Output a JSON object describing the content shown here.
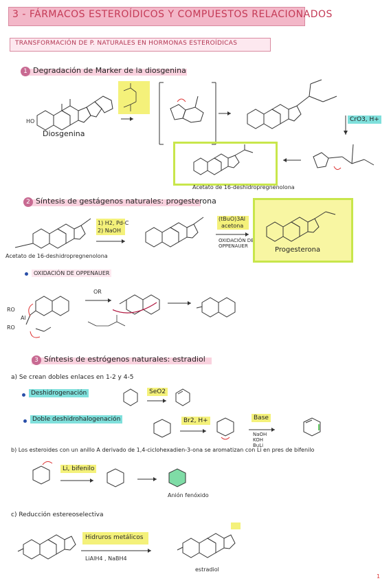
{
  "header": {
    "title": "3 - FÁRMACOS ESTEROÍDICOS Y COMPUESTOS RELACIONADOS",
    "subtitle": "TRANSFORMACIÓN DE P. NATURALES EN HORMONAS ESTEROÍDICAS"
  },
  "s1": {
    "num": "1",
    "title": "Degradación de Marker de la diosgenina",
    "diosgenin_label": "Diosgenina",
    "reagent": "CrO3, H+",
    "product_label": "Acetato de 16-deshidropregnenolona"
  },
  "s2": {
    "num": "2",
    "title": "Síntesis de gestágenos naturales: progesterona",
    "start_label": "Acetato de 16-deshidropregnenolona",
    "step1": "1) H2, Pd-C",
    "step2": "2) NaOH",
    "reagent_top": "(tBuO)3Al",
    "reagent_mid": "acetona",
    "ox_label": "OXIDACIÓN DE OPPENAUER",
    "product_label": "Progesterona"
  },
  "oppenauer": {
    "bullet": "OXIDACIÓN DE OPPENAUER",
    "ro1": "RO",
    "ro2": "RO",
    "al": "Al",
    "or_label": "OR"
  },
  "s3": {
    "num": "3",
    "title": "Síntesis de estrógenos naturales: estradiol",
    "a_title": "a) Se crean dobles enlaces en 1-2 y 4-5",
    "dehydro": "Deshidrogenación",
    "seo2": "SeO2",
    "dbl_dehydro": "Doble deshidrohalogenación",
    "br_reagent": "Br2, H+",
    "base": "Base",
    "bases": [
      "NaOH",
      "KOH",
      "BuLi"
    ],
    "b_title": "b) Los esteroides con un anillo A derivado de 1,4-ciclohexadien-3-ona se aromatizan con Li en pres de bifenilo",
    "li_reagent": "Li, bifenilo",
    "aromatic_label": "Anión fenóxido",
    "c_title": "c) Reducción estereoselectiva",
    "hydrides": "Hidruros metálicos",
    "hydride_list": "LiAlH4 , NaBH4",
    "estradiol_label": "estradiol",
    "page_num": "1"
  }
}
